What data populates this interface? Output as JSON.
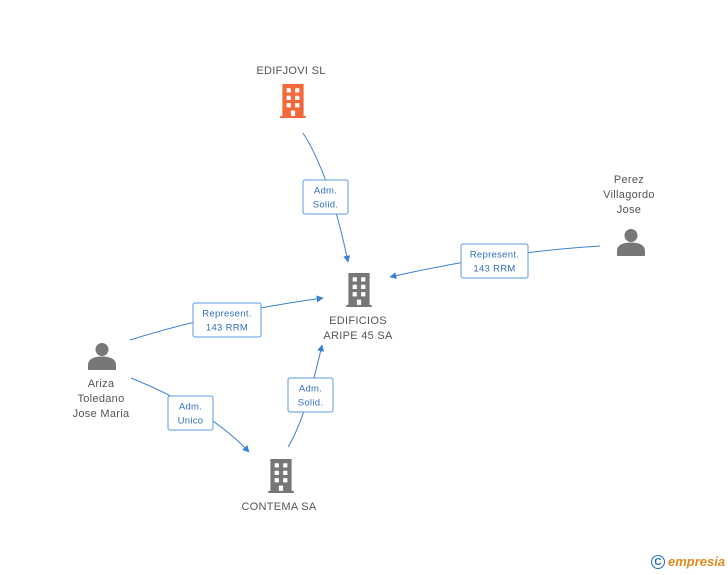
{
  "colors": {
    "highlight_company": "#f26a3b",
    "company": "#777777",
    "person": "#777777",
    "edge": "#3a7fd5",
    "brand": "#e08a1e"
  },
  "nodes": [
    {
      "id": "edifjovi",
      "kind": "company",
      "highlight": true,
      "label": [
        "EDIFJOVI SL"
      ],
      "icon": "building-icon"
    },
    {
      "id": "edificios",
      "kind": "company",
      "highlight": false,
      "label": [
        "EDIFICIOS",
        "ARIPE 45 SA"
      ],
      "icon": "building-icon"
    },
    {
      "id": "contema",
      "kind": "company",
      "highlight": false,
      "label": [
        "CONTEMA SA"
      ],
      "icon": "building-icon"
    },
    {
      "id": "perez",
      "kind": "person",
      "label": [
        "Perez",
        "Villagordo",
        "Jose"
      ],
      "icon": "person-icon"
    },
    {
      "id": "ariza",
      "kind": "person",
      "label": [
        "Ariza",
        "Toledano",
        "Jose Maria"
      ],
      "icon": "person-icon"
    }
  ],
  "edges": [
    {
      "id": "edifjovi-edificios",
      "from": "edifjovi",
      "to": "edificios",
      "label": [
        "Adm.",
        "Solid."
      ]
    },
    {
      "id": "perez-edificios",
      "from": "perez",
      "to": "edificios",
      "label": [
        "Represent.",
        "143 RRM"
      ]
    },
    {
      "id": "ariza-edificios",
      "from": "ariza",
      "to": "edificios",
      "label": [
        "Represent.",
        "143 RRM"
      ]
    },
    {
      "id": "ariza-contema",
      "from": "ariza",
      "to": "contema",
      "label": [
        "Adm.",
        "Unico"
      ]
    },
    {
      "id": "contema-edificios",
      "from": "contema",
      "to": "edificios",
      "label": [
        "Adm.",
        "Solid."
      ]
    }
  ],
  "footer": {
    "copyright_symbol": "C",
    "brand_name": "mpresia",
    "brand_initial": "e"
  }
}
